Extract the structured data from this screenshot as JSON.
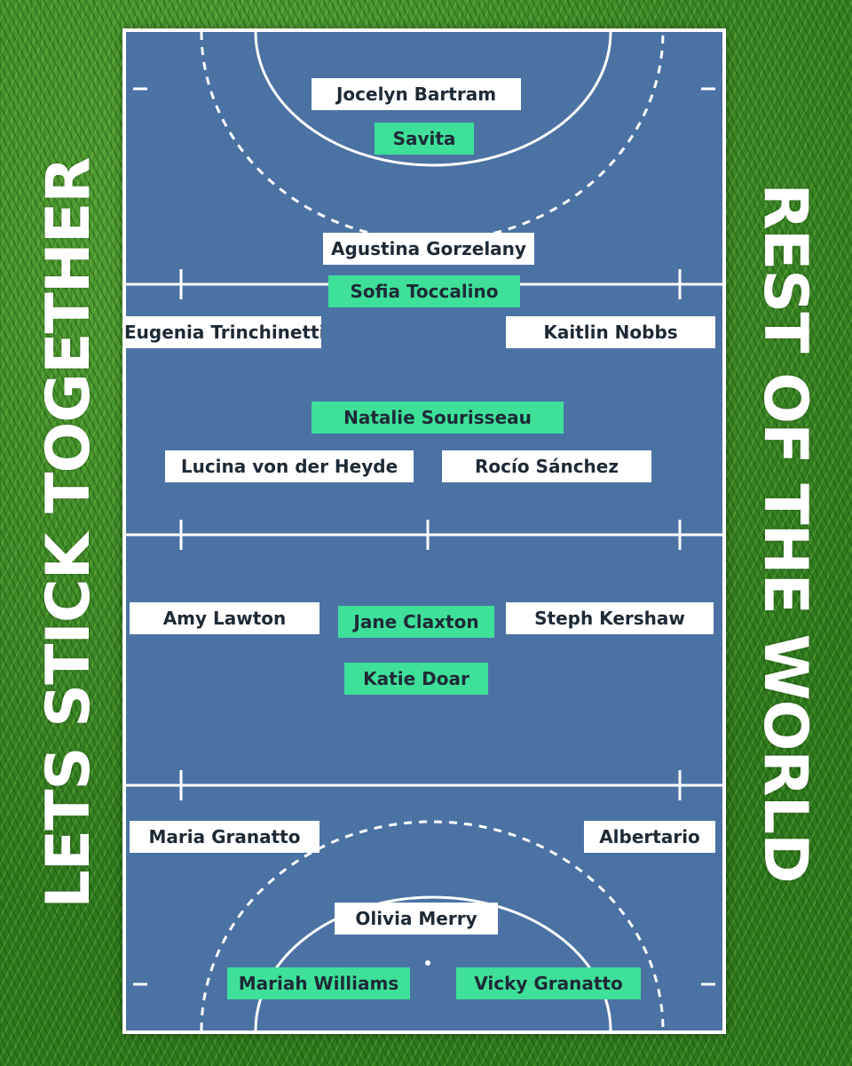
{
  "side_texts": {
    "left": "LETS STICK TOGETHER",
    "right": "REST OF THE WORLD"
  },
  "players": [
    {
      "id": "jocelyn-bartram",
      "name": "Jocelyn Bartram",
      "style": "white"
    },
    {
      "id": "savita",
      "name": "Savita",
      "style": "green"
    },
    {
      "id": "agustina-gorzelany",
      "name": "Agustina Gorzelany",
      "style": "white"
    },
    {
      "id": "sofia-toccalino",
      "name": "Sofia Toccalino",
      "style": "green"
    },
    {
      "id": "eugenia-trinchinetti",
      "name": "Eugenia Trinchinetti",
      "style": "white"
    },
    {
      "id": "kaitlin-nobbs",
      "name": "Kaitlin Nobbs",
      "style": "white"
    },
    {
      "id": "natalie-sourisseau",
      "name": "Natalie Sourisseau",
      "style": "green"
    },
    {
      "id": "lucina-von-der-heyde",
      "name": "Lucina von der Heyde",
      "style": "white"
    },
    {
      "id": "rocio-sanchez",
      "name": "Rocío Sánchez",
      "style": "white"
    },
    {
      "id": "amy-lawton",
      "name": "Amy Lawton",
      "style": "white"
    },
    {
      "id": "jane-claxton",
      "name": "Jane Claxton",
      "style": "green"
    },
    {
      "id": "steph-kershaw",
      "name": "Steph Kershaw",
      "style": "white"
    },
    {
      "id": "katie-doar",
      "name": "Katie Doar",
      "style": "green"
    },
    {
      "id": "maria-granatto",
      "name": "Maria Granatto",
      "style": "white"
    },
    {
      "id": "albertario",
      "name": "Albertario",
      "style": "white"
    },
    {
      "id": "olivia-merry",
      "name": "Olivia Merry",
      "style": "white"
    },
    {
      "id": "mariah-williams",
      "name": "Mariah Williams",
      "style": "green"
    },
    {
      "id": "vicky-granatto",
      "name": "Vicky Granatto",
      "style": "green"
    }
  ],
  "colors": {
    "grass": "#3f8f28",
    "pitch": "#4a73a4",
    "lines": "#ffffff",
    "highlight_label": "#3ee09a",
    "plain_label": "#ffffff"
  }
}
